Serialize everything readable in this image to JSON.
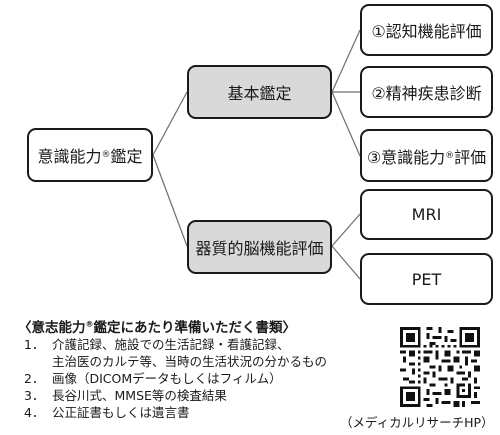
{
  "diagram": {
    "root": {
      "label": "意識能力",
      "sup": "®",
      "suffix": "鑑定"
    },
    "branches": [
      {
        "label": "基本鑑定"
      },
      {
        "label": "器質的脳機能評価"
      }
    ],
    "leaves": [
      {
        "label": "①認知機能評価"
      },
      {
        "label": "②精神疾患診断"
      },
      {
        "label": "③意識能力",
        "sup": "®",
        "suffix": "評価"
      },
      {
        "label": "MRI"
      },
      {
        "label": "PET"
      }
    ]
  },
  "notes": {
    "title": {
      "prefix": "〈意志能力",
      "sup": "®",
      "suffix": "鑑定にあたり準備いただく書類〉"
    },
    "items": [
      {
        "num": "1．",
        "lines": [
          "介護記録、施設での生活記録・看護記録、",
          "主治医のカルテ等、当時の生活状況の分かるもの"
        ]
      },
      {
        "num": "2．",
        "lines": [
          "画像（DICOMデータもしくはフィルム）"
        ]
      },
      {
        "num": "3．",
        "lines": [
          "長谷川式、MMSE等の検査結果"
        ]
      },
      {
        "num": "4．",
        "lines": [
          "公正証書もしくは遺言書"
        ]
      }
    ]
  },
  "qr": {
    "caption": "（メディカルリサーチHP）",
    "icon": "qr-code-icon"
  },
  "colors": {
    "gray_box": "#d9d9d9",
    "line": "#6e6e6e",
    "border": "#1a1a1a"
  }
}
